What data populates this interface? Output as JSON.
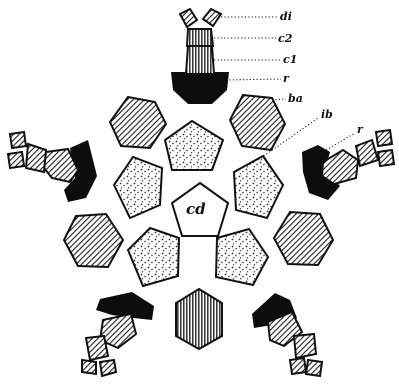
{
  "figure": {
    "labels": {
      "center": "cd",
      "di": "di",
      "c2": "c2",
      "c1": "c1",
      "r": "r",
      "ba": "ba",
      "ib": "ib",
      "r_right": "r"
    }
  },
  "colors": {
    "ink": "#111111",
    "paper": "#ffffff",
    "hatch": "#222222",
    "stipple": "#333333",
    "solid": "#0d0d0d"
  }
}
